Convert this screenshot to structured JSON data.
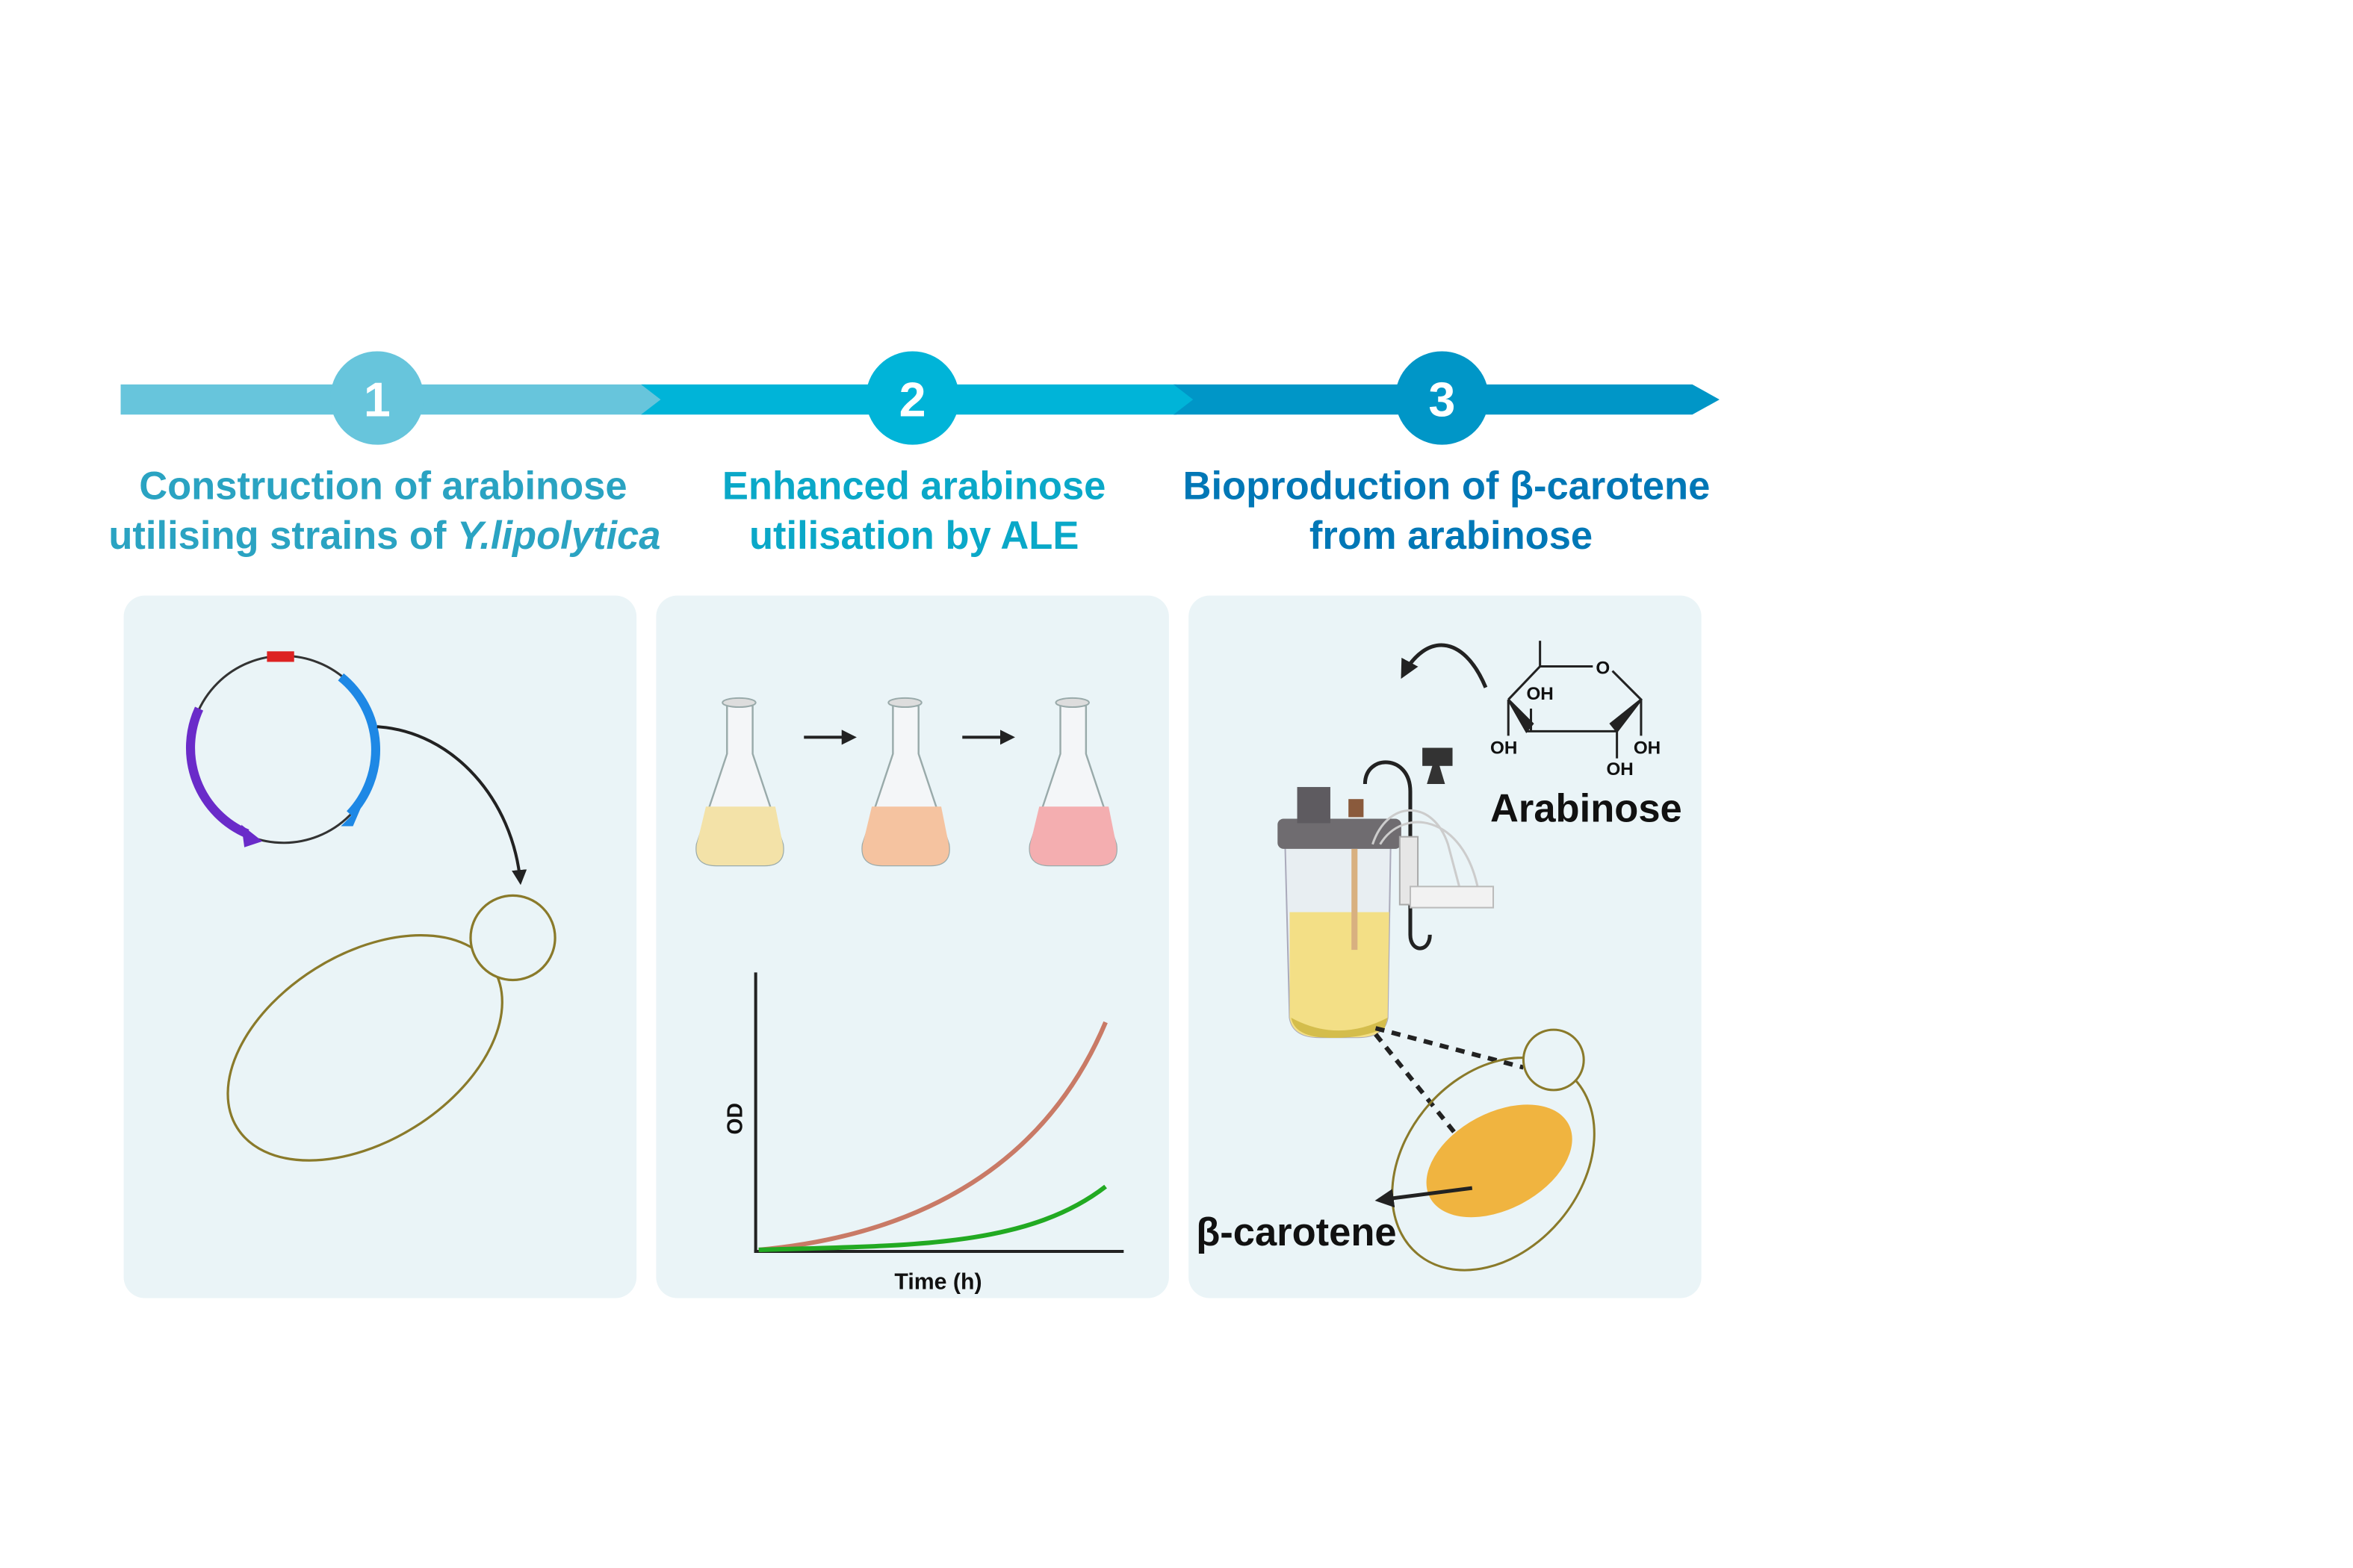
{
  "steps": [
    {
      "number": "1",
      "title_line1": "Construction of arabinose",
      "title_line2_prefix": "utilising strains of ",
      "title_line2_italic": "Y.lipolytica",
      "color": "#67c5dc",
      "text_color": "#2aa3c2"
    },
    {
      "number": "2",
      "title_line1": "Enhanced arabinose",
      "title_line2": "utilisation by ALE",
      "color": "#00b4d8",
      "text_color": "#0aa8c8"
    },
    {
      "number": "3",
      "title_line1": "Bioproduction of β-carotene",
      "title_line2": "from arabinose",
      "color": "#0096c7",
      "text_color": "#0077b6"
    }
  ],
  "panel2": {
    "y_label": "OD",
    "x_label": "Time (h)"
  },
  "panel3": {
    "sugar_label": "Arabinose",
    "product_label": "β-carotene",
    "ring_atoms": {
      "o": "O",
      "oh1": "OH",
      "oh2": "OH",
      "oh3": "OH",
      "oh4": "OH"
    }
  },
  "colors": {
    "panel_bg": "#eaf4f7",
    "cell_outline": "#8a7a2a",
    "carotene": "#f0b440",
    "curve_evolved": "#c97a66",
    "curve_parent": "#22aa22"
  }
}
